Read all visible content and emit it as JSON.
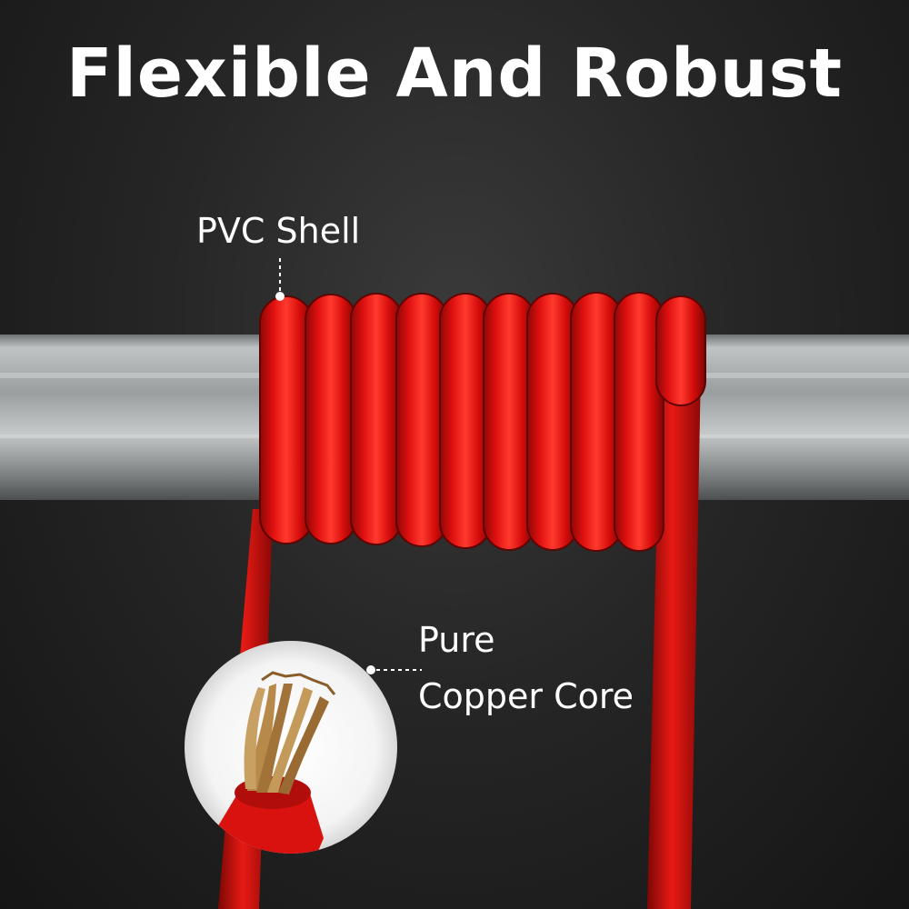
{
  "headline": "Flexible And Robust",
  "callouts": {
    "pvc_shell": "PVC Shell",
    "copper_core_line1": "Pure",
    "copper_core_line2": "Copper Core"
  },
  "colors": {
    "wire_red": "#e31212",
    "wire_dark": "#9c0a08",
    "pipe_silver": "#b9bcbc",
    "copper": "#b88a4a",
    "text": "#ffffff"
  }
}
